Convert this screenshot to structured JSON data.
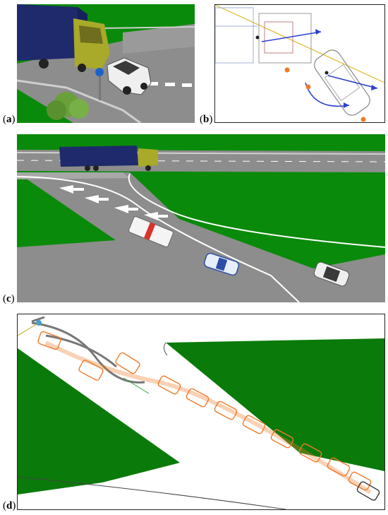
{
  "panels": [
    {
      "id": "a",
      "label": "a"
    },
    {
      "id": "b",
      "label": "b"
    },
    {
      "id": "c",
      "label": "c"
    },
    {
      "id": "d",
      "label": "d"
    }
  ],
  "colors": {
    "grass": "#0a8a0a",
    "road": "#8d8d8d",
    "truck_trailer": "#1e2a6b",
    "truck_cab": "#a9a92a",
    "trajectory_orange": "#f07a2a",
    "vector_blue": "#2a3fcf",
    "reference_yellow": "#e2b92a"
  }
}
